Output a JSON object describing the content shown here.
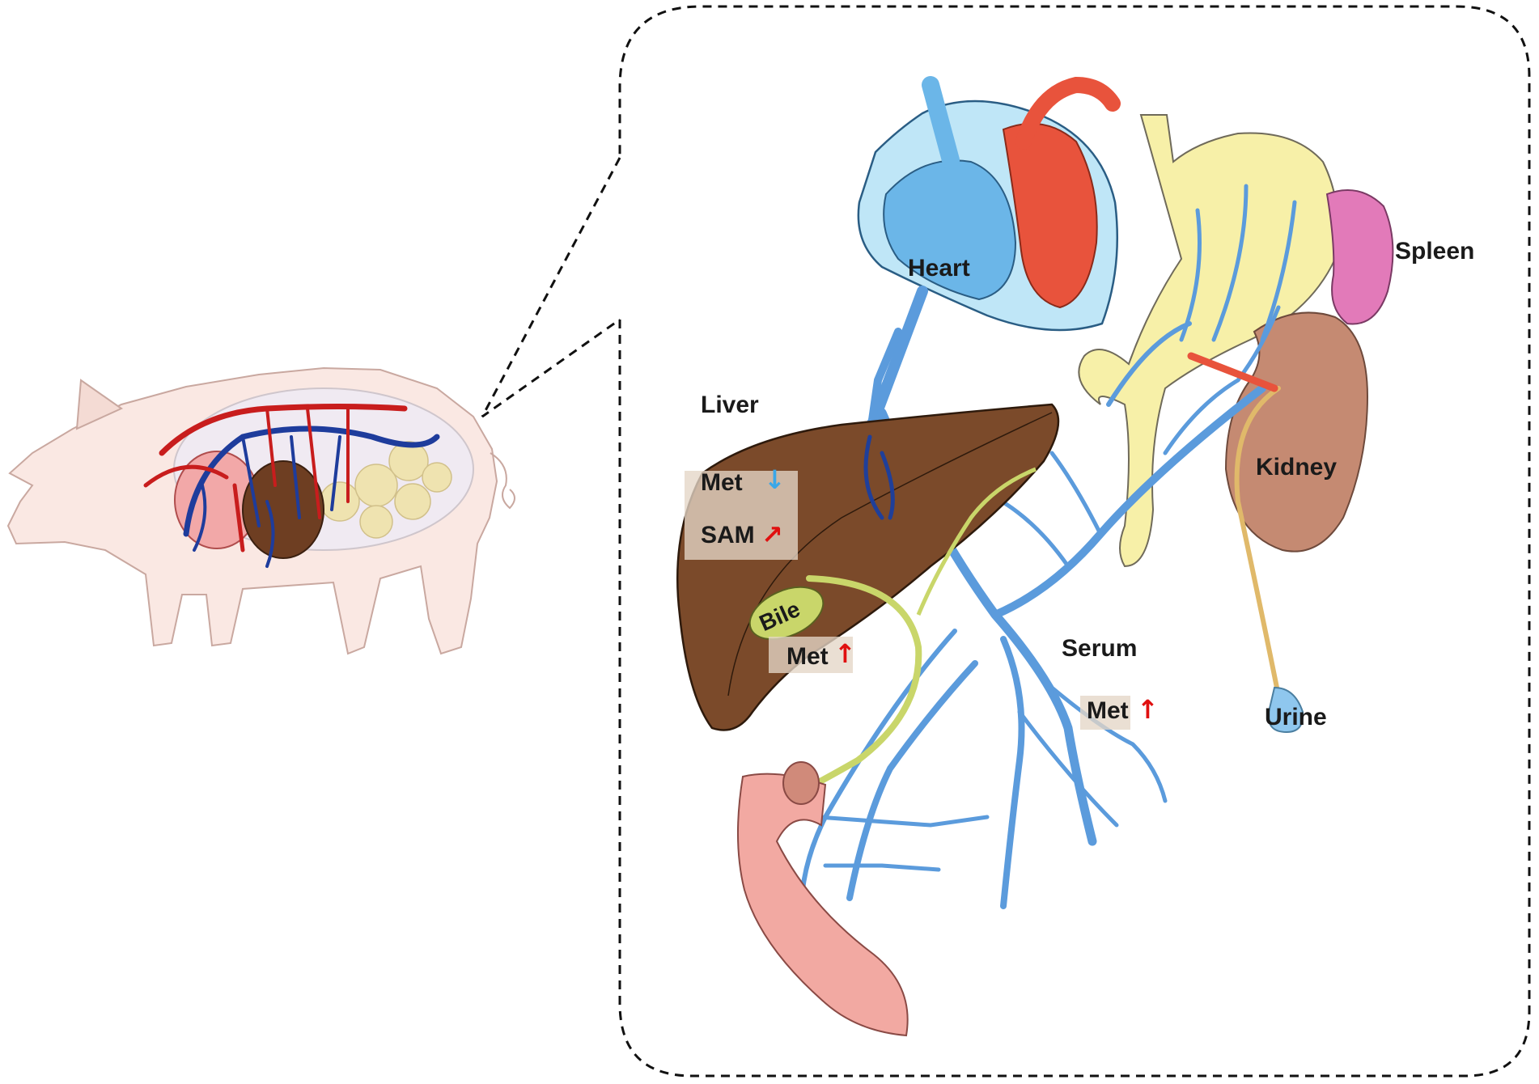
{
  "labels": {
    "heart": "Heart",
    "spleen": "Spleen",
    "liver": "Liver",
    "kidney": "Kidney",
    "bile": "Bile",
    "serum": "Serum",
    "urine": "Urine"
  },
  "markers": {
    "liver_met": {
      "text": "Met",
      "trend": "down",
      "symbol": "↓"
    },
    "liver_sam": {
      "text": "SAM",
      "trend": "up",
      "symbol": "↗"
    },
    "bile_met": {
      "text": "Met",
      "trend": "up",
      "symbol": "↑"
    },
    "serum_met": {
      "text": "Met",
      "trend": "up",
      "symbol": "↑"
    }
  },
  "colors": {
    "vein_blue": "#5b9bdc",
    "deep_blue": "#1f3f9a",
    "artery_red": "#e8533c",
    "liver_brown": "#7b4a2a",
    "bile_green": "#c9d66a",
    "gut_yellow": "#f7f0a8",
    "spleen_pink": "#e27ab9",
    "kidney_tan": "#c58a72",
    "intestine_pink": "#f2a9a2",
    "up_arrow": "#e01010",
    "down_arrow": "#3aa7e8"
  }
}
